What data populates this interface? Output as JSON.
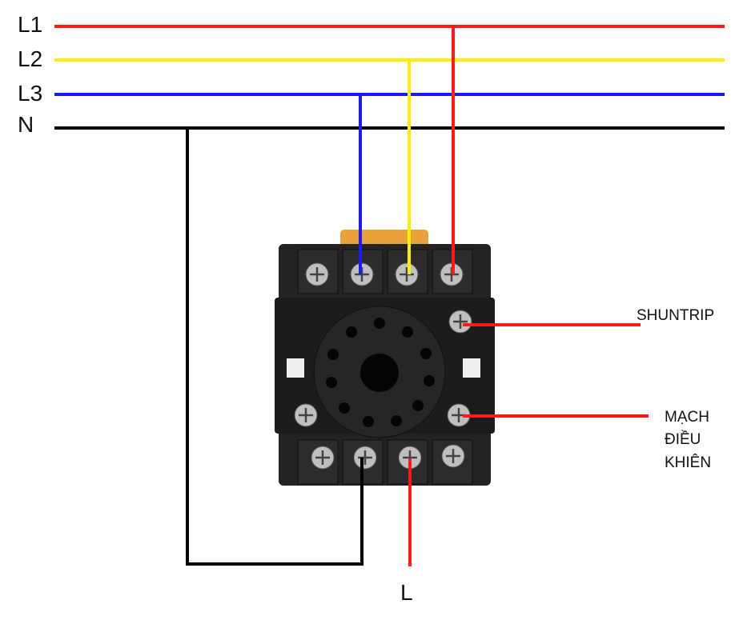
{
  "bus_labels": {
    "l1": "L1",
    "l2": "L2",
    "l3": "L3",
    "n": "N"
  },
  "output_labels": {
    "shuntrip": "SHUNTRIP",
    "control_circuit": [
      "MẠCH",
      "ĐIỀU",
      "KHIÊN"
    ],
    "l": "L"
  },
  "wire_colors": {
    "l1": "#ff1a1a",
    "l2": "#ffee00",
    "l3": "#1a1aff",
    "n": "#000000"
  },
  "relay_socket": {
    "body": "#232323",
    "screw": "#bfbfbf",
    "latch": "#e9a23b"
  }
}
